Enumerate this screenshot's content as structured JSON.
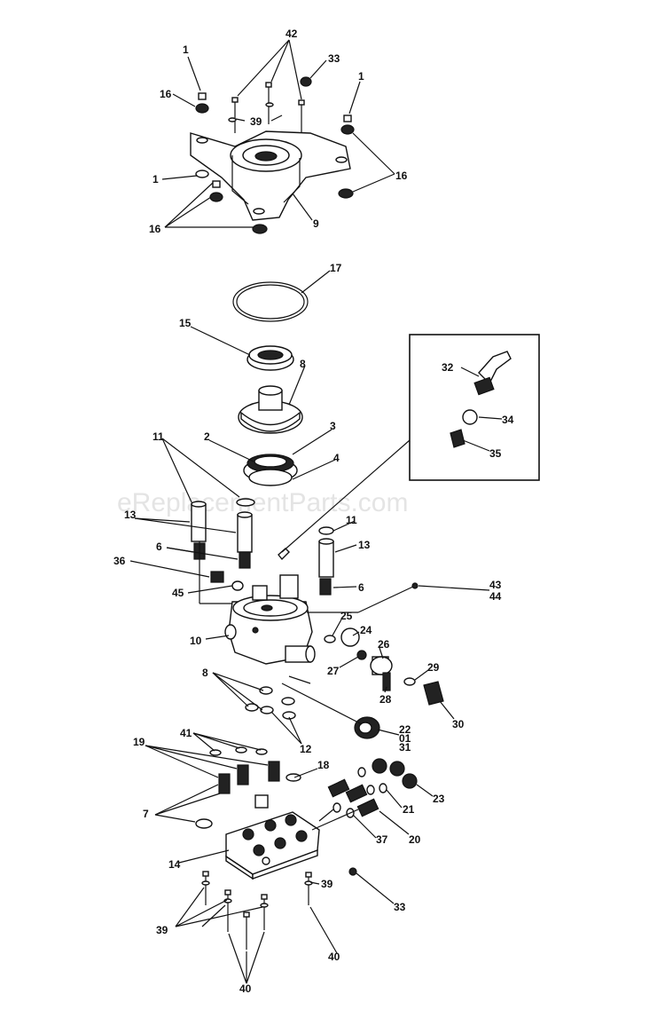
{
  "watermark": "eReplacementParts.com",
  "labels": {
    "p1a": "1",
    "p16a": "16",
    "p42": "42",
    "p33a": "33",
    "p39a": "39",
    "p1b": "1",
    "p16b": "16",
    "p1c": "1",
    "p16c": "16",
    "p9": "9",
    "p17": "17",
    "p15": "15",
    "p8a": "8",
    "p3": "3",
    "p2": "2",
    "p4": "4",
    "p11a": "11",
    "p13a": "13",
    "p6a": "6",
    "p36": "36",
    "p45": "45",
    "p10": "10",
    "p11b": "11",
    "p13b": "13",
    "p6b": "6",
    "p43": "43",
    "p44": "44",
    "p25": "25",
    "p24": "24",
    "p26": "26",
    "p27": "27",
    "p29": "29",
    "p28": "28",
    "p30": "30",
    "p8b": "8",
    "p12": "12",
    "p22": "22",
    "p01": "01",
    "p31": "31",
    "p32": "32",
    "p34": "34",
    "p35": "35",
    "p41": "41",
    "p19": "19",
    "p18": "18",
    "p7": "7",
    "p14": "14",
    "p23": "23",
    "p21": "21",
    "p20": "20",
    "p37": "37",
    "p33b": "33",
    "p39b": "39",
    "p39c": "39",
    "p40a": "40",
    "p40b": "40"
  }
}
